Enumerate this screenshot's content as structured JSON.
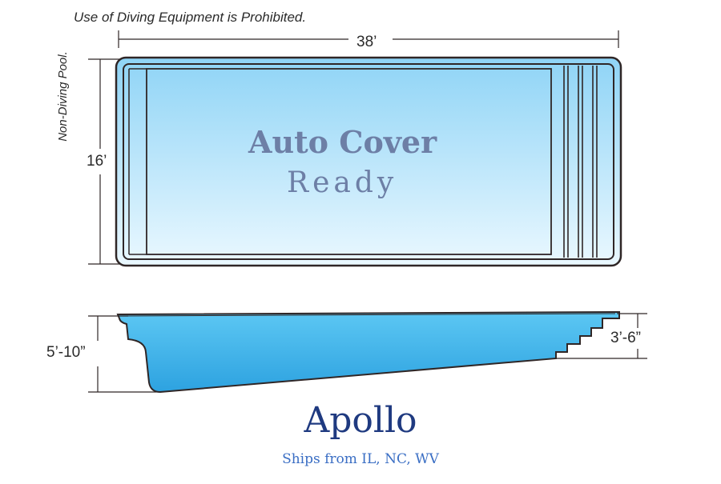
{
  "notice": "Use of Diving Equipment is Prohibited.",
  "side_note": "Non-Diving Pool.",
  "dimensions": {
    "width": "38’",
    "length": "16’",
    "deep_end_depth": "5’-10”",
    "shallow_end_depth": "3’-6”"
  },
  "overlay": {
    "line1": "Auto Cover",
    "line2": "Ready"
  },
  "model": {
    "name": "Apollo",
    "shipping": "Ships from IL, NC, WV"
  },
  "colors": {
    "outline": "#2f2626",
    "water_top": "#8fd4f6",
    "water_bottom": "#eaf8ff",
    "profile_fill": "#3fb2ea",
    "model_name": "#1f3a80",
    "shipping_text": "#3a6ec4",
    "overlay_text": "#6d7fa6"
  }
}
